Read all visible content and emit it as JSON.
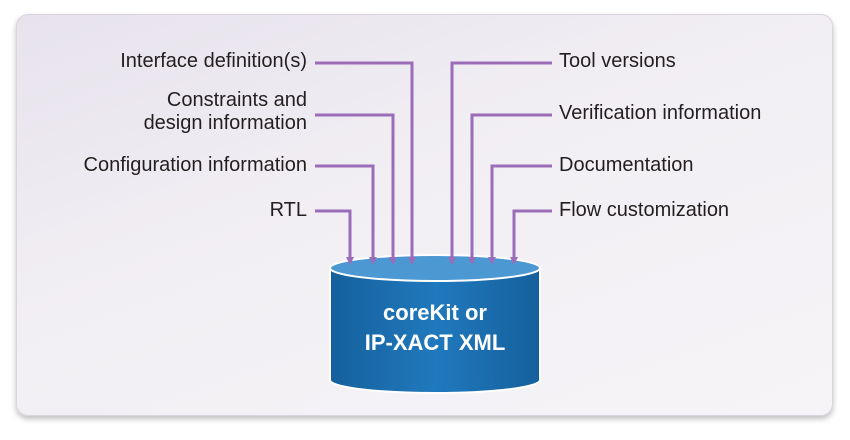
{
  "inputs_left": [
    "Interface definition(s)",
    "Constraints and\ndesign information",
    "Configuration information",
    "RTL"
  ],
  "inputs_right": [
    "Tool versions",
    "Verification information",
    "Documentation",
    "Flow customization"
  ],
  "database": {
    "line1": "coreKit or",
    "line2": "IP-XACT XML"
  },
  "colors": {
    "connector": "#9b6cb8",
    "database_fill": "#1f74b8",
    "database_top": "#4b98d3",
    "panel_background": "#efecf2"
  }
}
